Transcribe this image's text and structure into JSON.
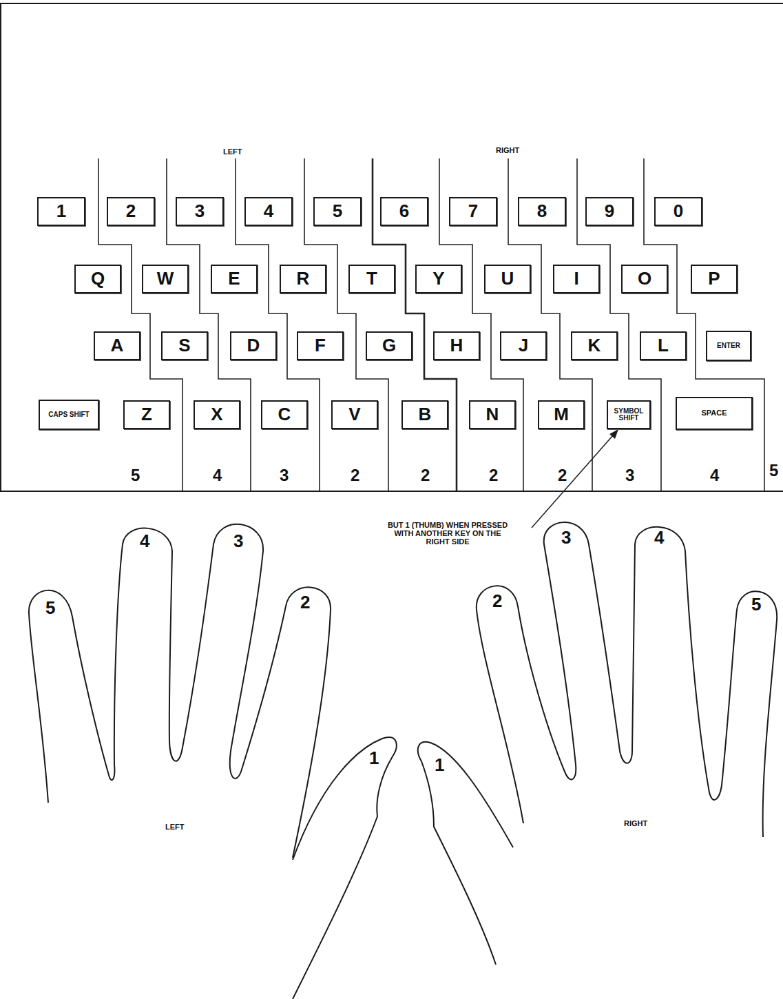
{
  "diagram": {
    "nodes": [
      {
        "text": [
          "1"
        ]
      },
      {
        "text": [
          "2"
        ]
      },
      {
        "text": [
          "3"
        ]
      },
      {
        "text": [
          "4"
        ]
      },
      {
        "text": [
          "5"
        ]
      },
      {
        "text": [
          "6"
        ]
      },
      {
        "text": [
          "7"
        ]
      },
      {
        "text": [
          "8"
        ]
      },
      {
        "text": [
          "9"
        ]
      },
      {
        "text": [
          "0"
        ]
      },
      {
        "text": [
          "Q"
        ]
      },
      {
        "text": [
          "W"
        ]
      },
      {
        "text": [
          "E"
        ]
      },
      {
        "text": [
          "R"
        ]
      },
      {
        "text": [
          "T"
        ]
      },
      {
        "text": [
          "Y"
        ]
      },
      {
        "text": [
          "U"
        ]
      },
      {
        "text": [
          "I"
        ]
      },
      {
        "text": [
          "O"
        ]
      },
      {
        "text": [
          "P"
        ]
      },
      {
        "text": [
          "A"
        ]
      },
      {
        "text": [
          "S"
        ]
      },
      {
        "text": [
          "D"
        ]
      },
      {
        "text": [
          "F"
        ]
      },
      {
        "text": [
          "G"
        ]
      },
      {
        "text": [
          "H"
        ]
      },
      {
        "text": [
          "J"
        ]
      },
      {
        "text": [
          "K"
        ]
      },
      {
        "text": [
          "L"
        ]
      },
      {
        "text": [
          "ENTER"
        ]
      },
      {
        "text": [
          "CAPS SHIFT"
        ]
      },
      {
        "text": [
          "Z"
        ]
      },
      {
        "text": [
          "X"
        ]
      },
      {
        "text": [
          "C"
        ]
      },
      {
        "text": [
          "V"
        ]
      },
      {
        "text": [
          "B"
        ]
      },
      {
        "text": [
          "N"
        ]
      },
      {
        "text": [
          "M"
        ]
      },
      {
        "text": [
          "SYMBOL SHIFT"
        ]
      },
      {
        "text": [
          "SPACE"
        ]
      }
    ],
    "labels": [
      "LEFT",
      "RIGHT",
      "5",
      "4",
      "3",
      "2",
      "2",
      "2",
      "2",
      "3",
      "4",
      "5",
      "BUT 1 (THUMB) WHEN PRESSED WITH ANOTHER KEY ON THE RIGHT SIDE",
      "5",
      "4",
      "3",
      "2",
      "1",
      "1",
      "2",
      "3",
      "4",
      "5",
      "LEFT",
      "RIGHT"
    ]
  }
}
